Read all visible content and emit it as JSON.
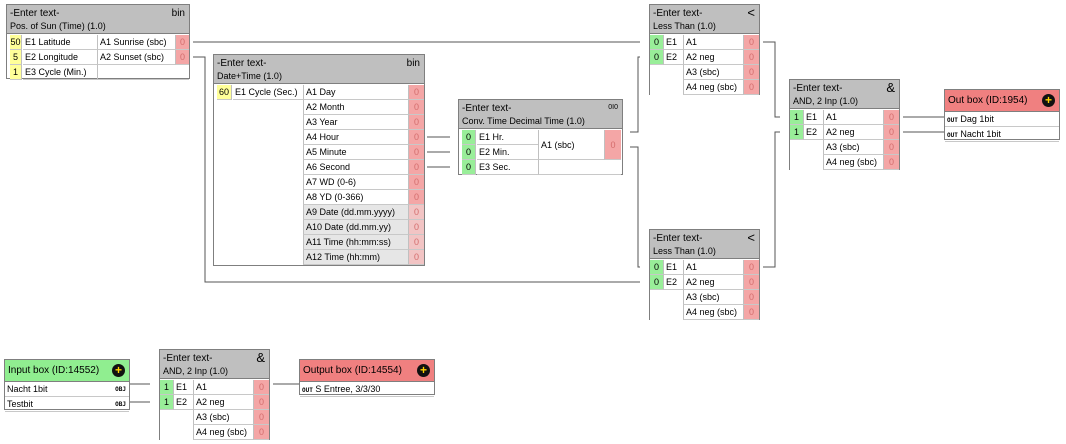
{
  "blocks": {
    "sun": {
      "title": "-Enter text-",
      "subtitle": "Pos. of Sun (Time) (1.0)",
      "symbol": "bin",
      "inputs": [
        {
          "value": "50",
          "label": "E1 Latitude"
        },
        {
          "value": "5",
          "label": "E2 Longitude"
        },
        {
          "value": "1",
          "label": "E3 Cycle (Min.)"
        }
      ],
      "outputs": [
        {
          "label": "A1 Sunrise (sbc)",
          "value": "0"
        },
        {
          "label": "A2 Sunset (sbc)",
          "value": "0"
        }
      ]
    },
    "datetime": {
      "title": "-Enter text-",
      "subtitle": "Date+Time (1.0)",
      "symbol": "bin",
      "inputs": [
        {
          "value": "60",
          "label": "E1 Cycle (Sec.)"
        }
      ],
      "outputs": [
        {
          "label": "A1 Day",
          "value": "0"
        },
        {
          "label": "A2 Month",
          "value": "0"
        },
        {
          "label": "A3 Year",
          "value": "0"
        },
        {
          "label": "A4 Hour",
          "value": "0"
        },
        {
          "label": "A5 Minute",
          "value": "0"
        },
        {
          "label": "A6 Second",
          "value": "0"
        },
        {
          "label": "A7 WD (0-6)",
          "value": "0"
        },
        {
          "label": "A8 YD (0-366)",
          "value": "0"
        },
        {
          "label": "A9 Date (dd.mm.yyyy)",
          "value": "0"
        },
        {
          "label": "A10 Date (dd.mm.yy)",
          "value": "0"
        },
        {
          "label": "A11 Time (hh:mm:ss)",
          "value": "0"
        },
        {
          "label": "A12 Time (hh:mm)",
          "value": "0"
        }
      ]
    },
    "conv": {
      "title": "-Enter text-",
      "subtitle": "Conv. Time Decimal Time (1.0)",
      "symbol": "0I0",
      "inputs": [
        {
          "value": "0",
          "label": "E1 Hr."
        },
        {
          "value": "0",
          "label": "E2 Min."
        },
        {
          "value": "0",
          "label": "E3 Sec."
        }
      ],
      "outputs": [
        {
          "label": "A1 (sbc)",
          "value": "0"
        }
      ]
    },
    "lt1": {
      "title": "-Enter text-",
      "subtitle": "Less Than (1.0)",
      "symbol": "<",
      "inputs": [
        {
          "value": "0",
          "label": "E1"
        },
        {
          "value": "0",
          "label": "E2"
        }
      ],
      "outputs": [
        {
          "label": "A1",
          "value": "0"
        },
        {
          "label": "A2 neg",
          "value": "0"
        },
        {
          "label": "A3 (sbc)",
          "value": "0"
        },
        {
          "label": "A4 neg (sbc)",
          "value": "0"
        }
      ]
    },
    "lt2": {
      "title": "-Enter text-",
      "subtitle": "Less Than (1.0)",
      "symbol": "<",
      "inputs": [
        {
          "value": "0",
          "label": "E1"
        },
        {
          "value": "0",
          "label": "E2"
        }
      ],
      "outputs": [
        {
          "label": "A1",
          "value": "0"
        },
        {
          "label": "A2 neg",
          "value": "0"
        },
        {
          "label": "A3 (sbc)",
          "value": "0"
        },
        {
          "label": "A4 neg (sbc)",
          "value": "0"
        }
      ]
    },
    "and1": {
      "title": "-Enter text-",
      "subtitle": "AND, 2 Inp (1.0)",
      "symbol": "&",
      "inputs": [
        {
          "value": "1",
          "label": "E1"
        },
        {
          "value": "1",
          "label": "E2"
        }
      ],
      "outputs": [
        {
          "label": "A1",
          "value": "0"
        },
        {
          "label": "A2 neg",
          "value": "0"
        },
        {
          "label": "A3 (sbc)",
          "value": "0"
        },
        {
          "label": "A4 neg (sbc)",
          "value": "0"
        }
      ]
    },
    "and2": {
      "title": "-Enter text-",
      "subtitle": "AND, 2 Inp (1.0)",
      "symbol": "&",
      "inputs": [
        {
          "value": "1",
          "label": "E1"
        },
        {
          "value": "1",
          "label": "E2"
        }
      ],
      "outputs": [
        {
          "label": "A1",
          "value": "0"
        },
        {
          "label": "A2 neg",
          "value": "0"
        },
        {
          "label": "A3 (sbc)",
          "value": "0"
        },
        {
          "label": "A4 neg (sbc)",
          "value": "0"
        }
      ]
    }
  },
  "outbox1": {
    "title": "Out box (ID:1954)",
    "tag": "OUT",
    "rows": [
      "Dag 1bit",
      "Nacht 1bit"
    ]
  },
  "inputbox": {
    "title": "Input box (ID:14552)",
    "tag": "OBJ",
    "rows": [
      "Nacht 1bit",
      "Testbit"
    ]
  },
  "outputbox": {
    "title": "Output box (ID:14554)",
    "tag": "OUT",
    "rows": [
      "S Entree, 3/3/30"
    ]
  },
  "colors": {
    "header_gray": "#bfbfbf",
    "input_yellow": "#ffff99",
    "input_green": "#99ee99",
    "output_red": "#f4a6a6",
    "outbox_red": "#f08080",
    "inbox_green": "#90ee90",
    "wire": "#555555"
  }
}
